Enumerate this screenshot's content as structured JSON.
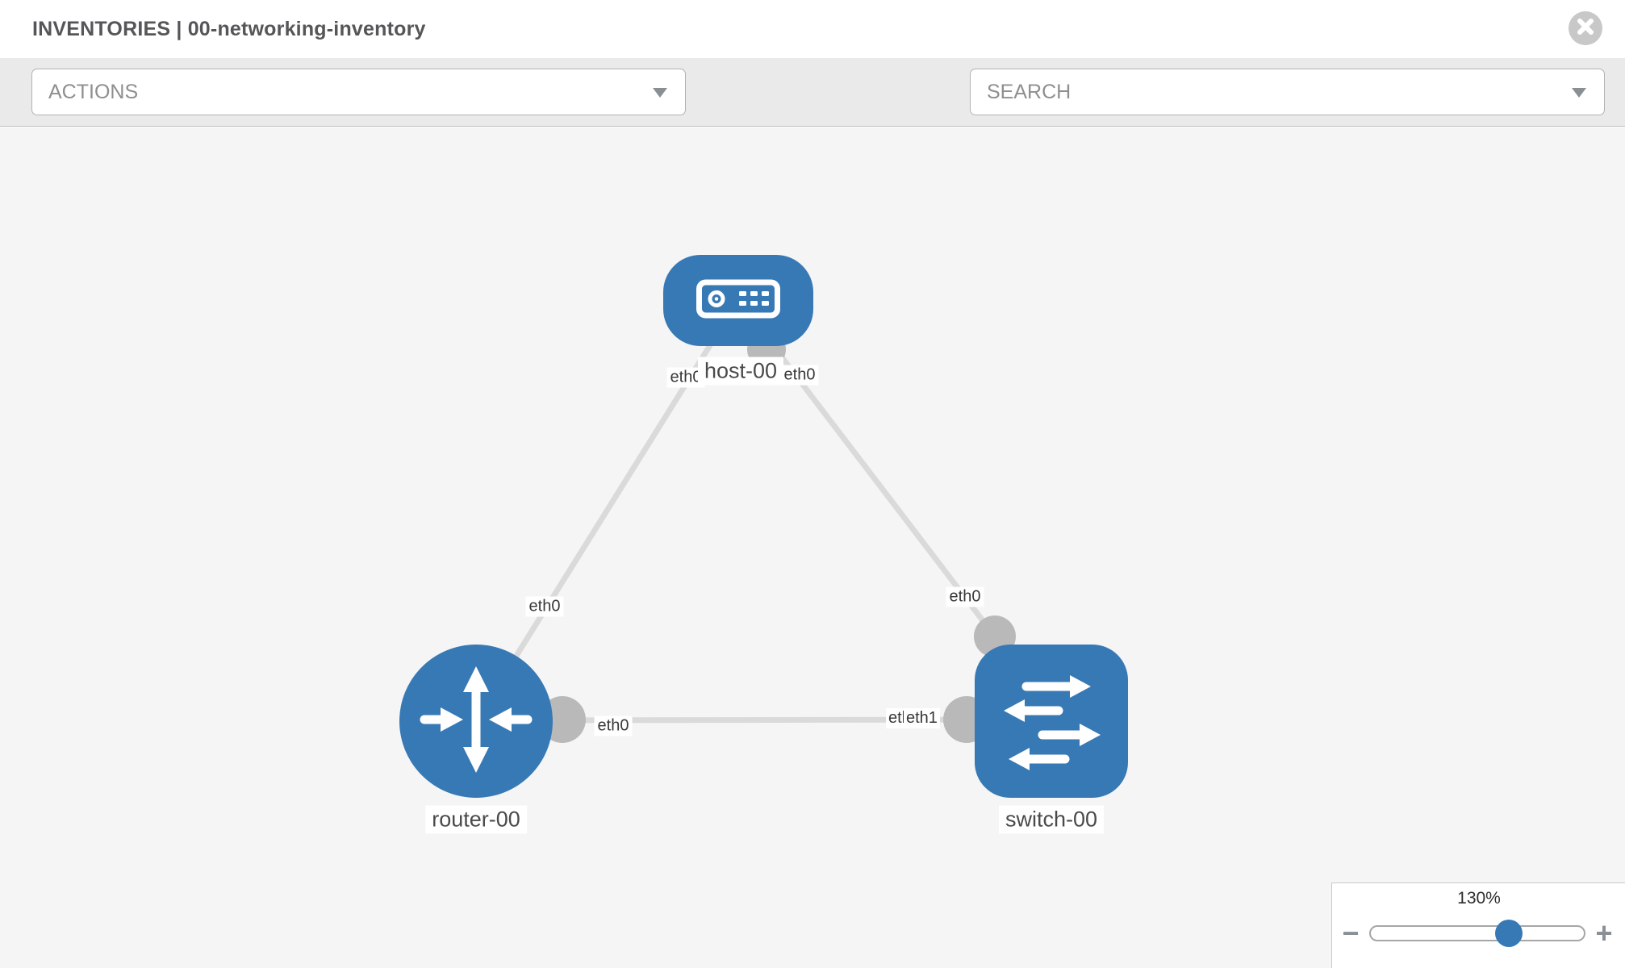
{
  "header": {
    "title": "INVENTORIES | 00-networking-inventory"
  },
  "toolbar": {
    "actions_label": "ACTIONS",
    "search_label": "SEARCH",
    "icons": [
      "wrench-icon",
      "key-icon"
    ]
  },
  "topology": {
    "nodes": [
      {
        "name": "host-00",
        "type": "host"
      },
      {
        "name": "router-00",
        "type": "router"
      },
      {
        "name": "switch-00",
        "type": "switch"
      }
    ],
    "links": [
      {
        "source": "router-00",
        "target": "host-00",
        "source_interface": "eth0",
        "target_interface": "eth0"
      },
      {
        "source": "host-00",
        "target": "switch-00",
        "source_interface": "eth0",
        "target_interface": "eth0"
      },
      {
        "source": "router-00",
        "target": "switch-00",
        "source_interface": "eth0",
        "target_interface": "eth1",
        "overlapped_interface": "eth0"
      }
    ]
  },
  "zoom_control": {
    "level": "130%",
    "percent": 130,
    "minus": "−",
    "plus": "+"
  },
  "colors": {
    "node_blue": "#3779b5",
    "link_gray": "#dadada",
    "connector_gray": "#b9b9b9",
    "canvas_bg": "#f5f5f6",
    "toolbar_bg": "#eaeaea",
    "toolbar_icon_gray": "#8b939b",
    "close_button_gray": "#c8c8c8",
    "slider_handle_blue": "#3779b5"
  }
}
